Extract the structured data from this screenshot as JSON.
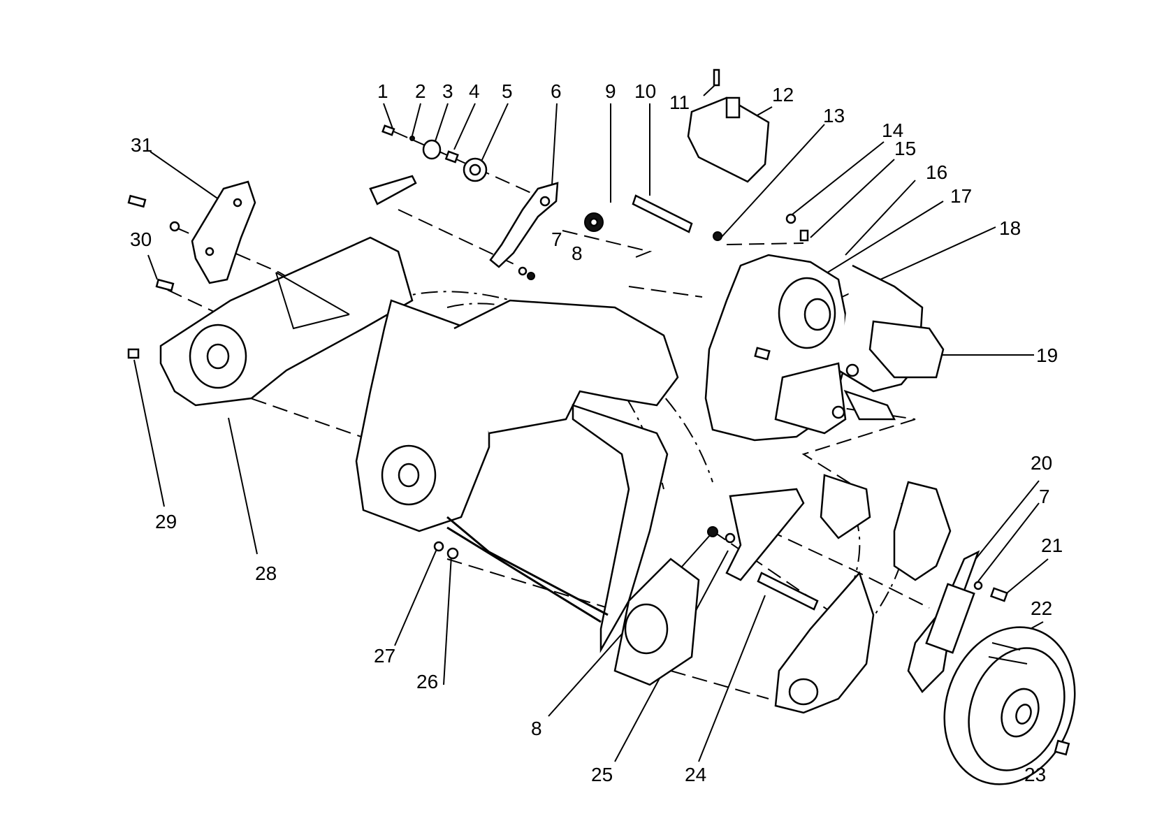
{
  "labels": {
    "p1": "1",
    "p2": "2",
    "p3": "3",
    "p4": "4",
    "p5": "5",
    "p6": "6",
    "p7a": "7",
    "p8a": "8",
    "p9": "9",
    "p10": "10",
    "p11": "11",
    "p12": "12",
    "p13": "13",
    "p14": "14",
    "p15": "15",
    "p16": "16",
    "p17": "17",
    "p18": "18",
    "p19": "19",
    "p20": "20",
    "p7b": "7",
    "p21": "21",
    "p22": "22",
    "p23": "23",
    "p24": "24",
    "p25": "25",
    "p8b": "8",
    "p26": "26",
    "p27": "27",
    "p28": "28",
    "p29": "29",
    "p30": "30",
    "p31": "31"
  }
}
